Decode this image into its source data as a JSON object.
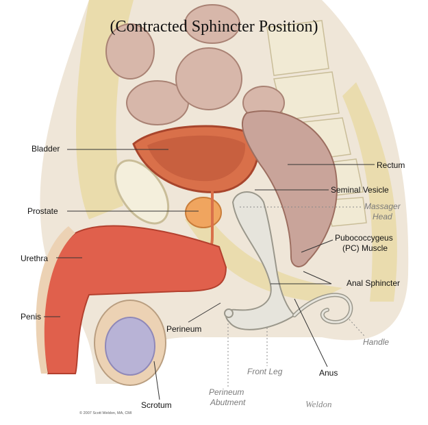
{
  "title": "(Contracted Sphincter Position)",
  "labels": {
    "bladder": "Bladder",
    "prostate": "Prostate",
    "urethra": "Urethra",
    "penis": "Penis",
    "scrotum": "Scrotum",
    "perineum": "Perineum",
    "perineum_abutment_1": "Perineum",
    "perineum_abutment_2": "Abutment",
    "front_leg": "Front Leg",
    "anus": "Anus",
    "handle": "Handle",
    "anal_sphincter": "Anal Sphincter",
    "pc_muscle_1": "Pubococcygeus",
    "pc_muscle_2": "(PC) Muscle",
    "massager_head_1": "Massager",
    "massager_head_2": "Head",
    "seminal_vesicle": "Seminal Vesicle",
    "rectum": "Rectum"
  },
  "credit": "© 2007 Scott Weldon, MA, CMI",
  "signature": "Weldon",
  "colors": {
    "skin": "#efe6d8",
    "fat": "#e9d9a4",
    "bladder": "#d9704a",
    "erectile": "#e0604c",
    "rectum": "#c9a49a",
    "massager": "#e6e4dc",
    "bowel": "#d7b7aa",
    "bone": "#f1ead4",
    "testis": "#b8b3d6"
  }
}
